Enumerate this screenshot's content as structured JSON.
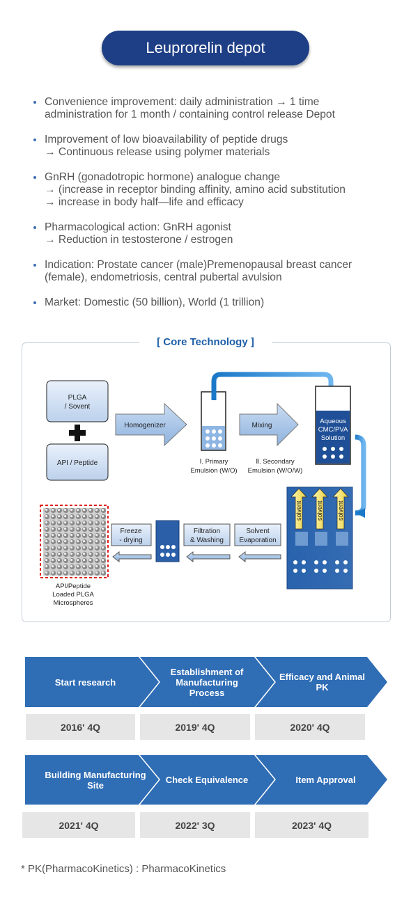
{
  "title": "Leuprorelin depot",
  "bullets": [
    [
      "Convenience improvement: daily administration → 1 time",
      "administration for 1 month / containing control release Depot"
    ],
    [
      "Improvement of low bioavailability of peptide drugs",
      "→ Continuous release using polymer materials"
    ],
    [
      "GnRH (gonadotropic hormone) analogue change",
      "→ (increase in receptor binding affinity, amino acid substitution",
      "→ increase in body half—life and efficacy"
    ],
    [
      "Pharmacological action: GnRH agonist",
      "→ Reduction in testosterone / estrogen"
    ],
    [
      "Indication: Prostate cancer (male)Premenopausal breast cancer",
      "(female), endometriosis, central pubertal avulsion"
    ],
    [
      "Market: Domestic (50 billion), World (1 trillion)"
    ]
  ],
  "core": {
    "title": "[ Core Technology ]",
    "plga_solvent": [
      "PLGA",
      "/ Sovent"
    ],
    "api_peptide": "API / Peptide",
    "homogenizer": "Homogenizer",
    "mixing": "Mixing",
    "primary_emulsion": [
      "Ⅰ. Primary",
      "Emulsion (W/O)"
    ],
    "secondary_emulsion": [
      "Ⅱ. Secondary",
      "Emulsion (W/O/W)"
    ],
    "aqueous": [
      "Aqueous",
      "CMC/PVA",
      "Solution"
    ],
    "solvent": "solvent",
    "solvent_evaporation": [
      "Solvent",
      "Evaporation"
    ],
    "filtration": [
      "Filtration",
      "& Washing"
    ],
    "freeze": [
      "Freeze",
      "- drying"
    ],
    "microspheres": [
      "API/Peptide",
      "Loaded PLGA",
      "Microspheres"
    ]
  },
  "timeline": [
    {
      "label": "Start research",
      "date": "2016' 4Q"
    },
    {
      "label": "Establishment of Manufacturing Process",
      "date": "2019' 4Q"
    },
    {
      "label": "Efficacy and Animal PK",
      "date": "2020' 4Q"
    },
    {
      "label": "Building Manufacturing Site",
      "date": "2021' 4Q"
    },
    {
      "label": "Check Equivalence",
      "date": "2022' 3Q"
    },
    {
      "label": "Item Approval",
      "date": "2023' 4Q"
    }
  ],
  "footnote": "* PK(PharmacoKinetics) : PharmacoKinetics",
  "colors": {
    "navy": "#1e3f86",
    "chevron": "#2f6db5",
    "accent": "#1f5fa8"
  }
}
